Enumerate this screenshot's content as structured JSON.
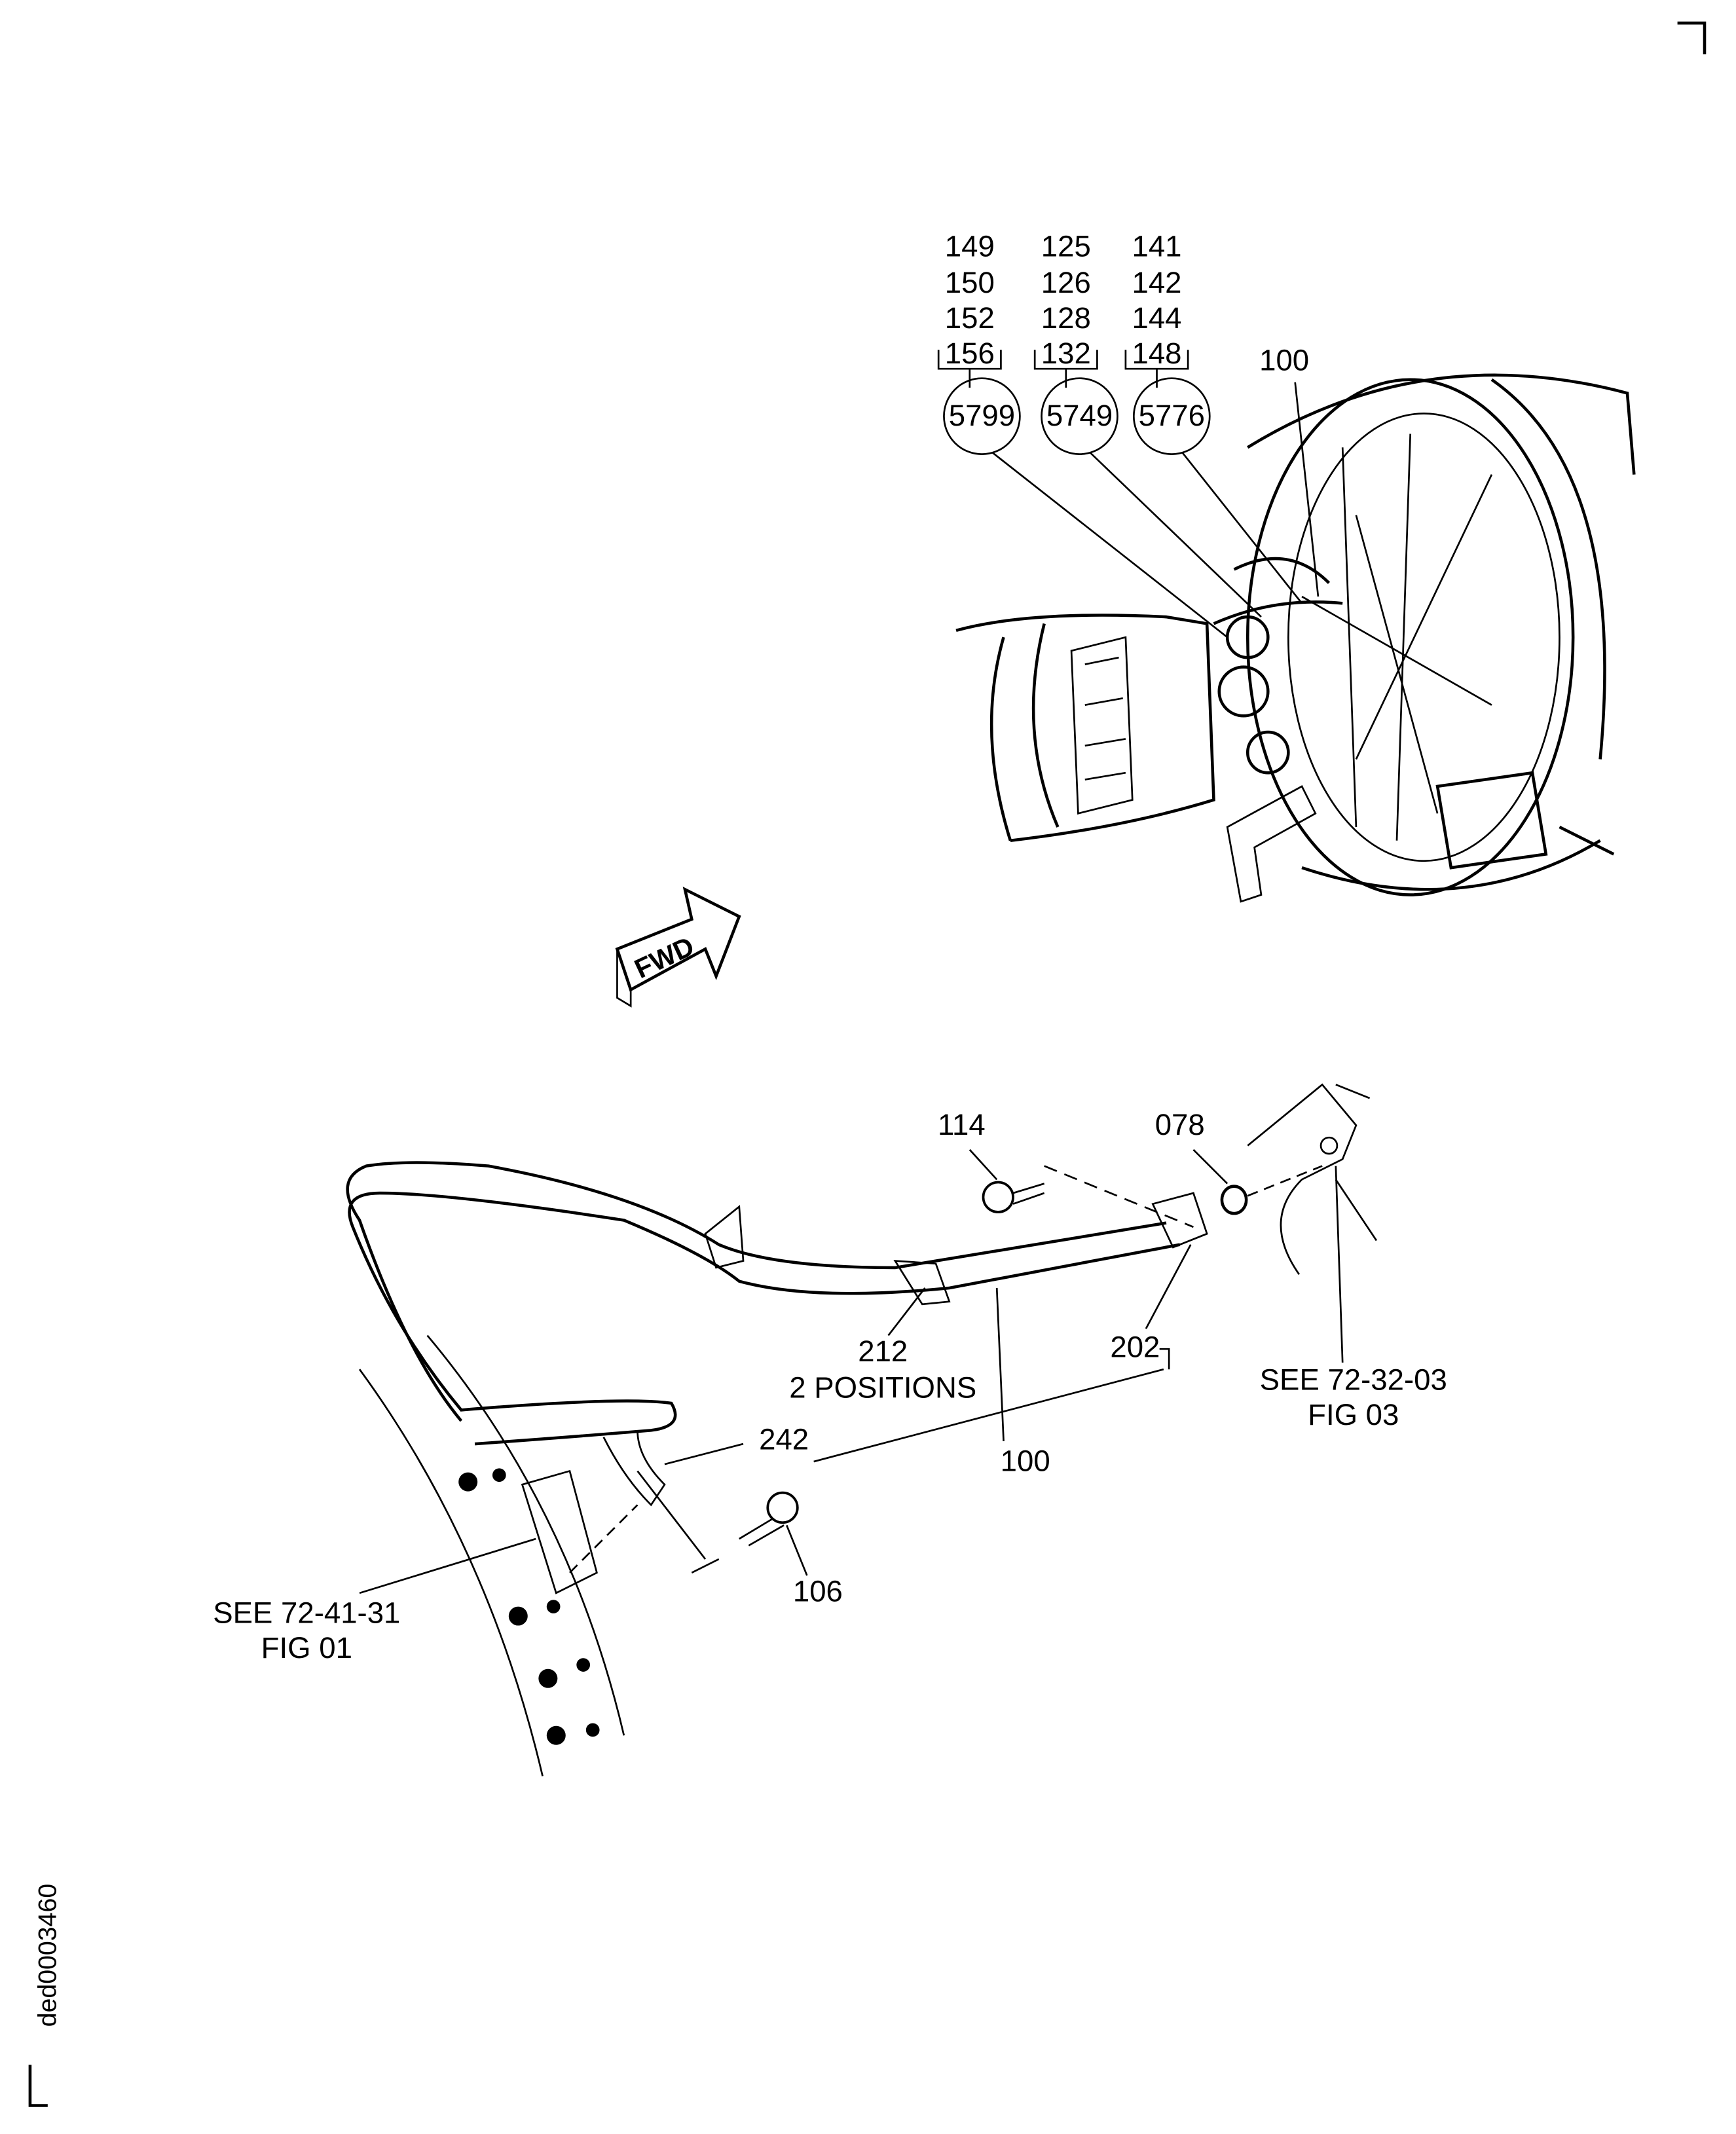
{
  "figure_id": "ded0003460",
  "callout_groups": [
    {
      "items": [
        "149",
        "150",
        "152",
        "156"
      ],
      "circle": "5799"
    },
    {
      "items": [
        "125",
        "126",
        "128",
        "132"
      ],
      "circle": "5749"
    },
    {
      "items": [
        "141",
        "142",
        "144",
        "148"
      ],
      "circle": "5776"
    }
  ],
  "upper_view": {
    "item_100": "100"
  },
  "fwd_arrow": "FWD",
  "lower_view": {
    "item_114": "114",
    "item_078": "078",
    "item_212": "212",
    "item_212_note": "2 POSITIONS",
    "item_202": "202",
    "item_100": "100",
    "item_242": "242",
    "item_106": "106",
    "ref_right": {
      "line1": "SEE 72-32-03",
      "line2": "FIG 03"
    },
    "ref_left": {
      "line1": "SEE 72-41-31",
      "line2": "FIG 01"
    }
  }
}
